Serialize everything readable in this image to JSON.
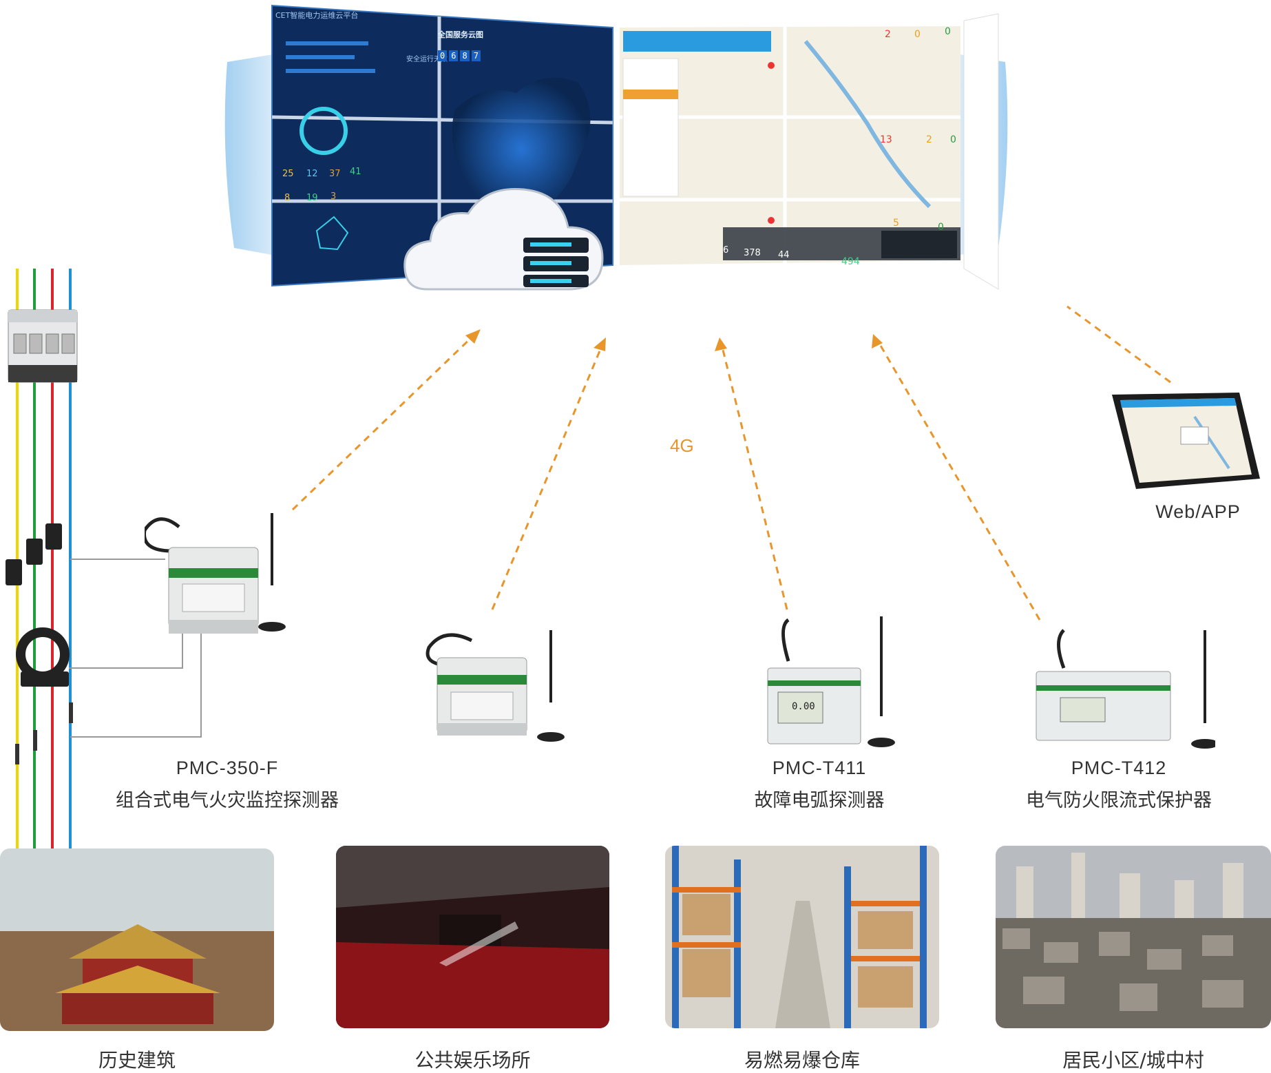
{
  "platform": {
    "left_panel_title": "CET智能电力运维云平台",
    "center_title": "全国服务云图",
    "counter_label": "安全运行天数",
    "counter_digits": [
      "0",
      "6",
      "8",
      "7"
    ],
    "stats": [
      "25",
      "12",
      "37",
      "41",
      "8",
      "19",
      "3"
    ],
    "right_stats": [
      "2",
      "0",
      "0",
      "13",
      "2",
      "0",
      "5",
      "0",
      "494",
      "378",
      "6",
      "44"
    ]
  },
  "network": {
    "label": "4G"
  },
  "client": {
    "label": "Web/APP"
  },
  "devices": [
    {
      "model": "PMC-350-F",
      "name": "组合式电气火灾监控探测器",
      "screen": ""
    },
    {
      "model": "",
      "name": "",
      "screen": ""
    },
    {
      "model": "PMC-T411",
      "name": "故障电弧探测器",
      "screen": "0.00"
    },
    {
      "model": "PMC-T412",
      "name": "电气防火限流式保护器",
      "screen": ""
    }
  ],
  "scenes": [
    {
      "caption": "历史建筑"
    },
    {
      "caption": "公共娱乐场所"
    },
    {
      "caption": "易燃易爆仓库"
    },
    {
      "caption": "居民小区/城中村"
    }
  ],
  "colors": {
    "arrow": "#e8952a",
    "wire_yellow": "#f2d400",
    "wire_green": "#1e9e3a",
    "wire_red": "#d9252b",
    "wire_blue": "#1f8fd6",
    "dashboard_bg": "#0d2b5c",
    "map_bg": "#f3efe3"
  }
}
